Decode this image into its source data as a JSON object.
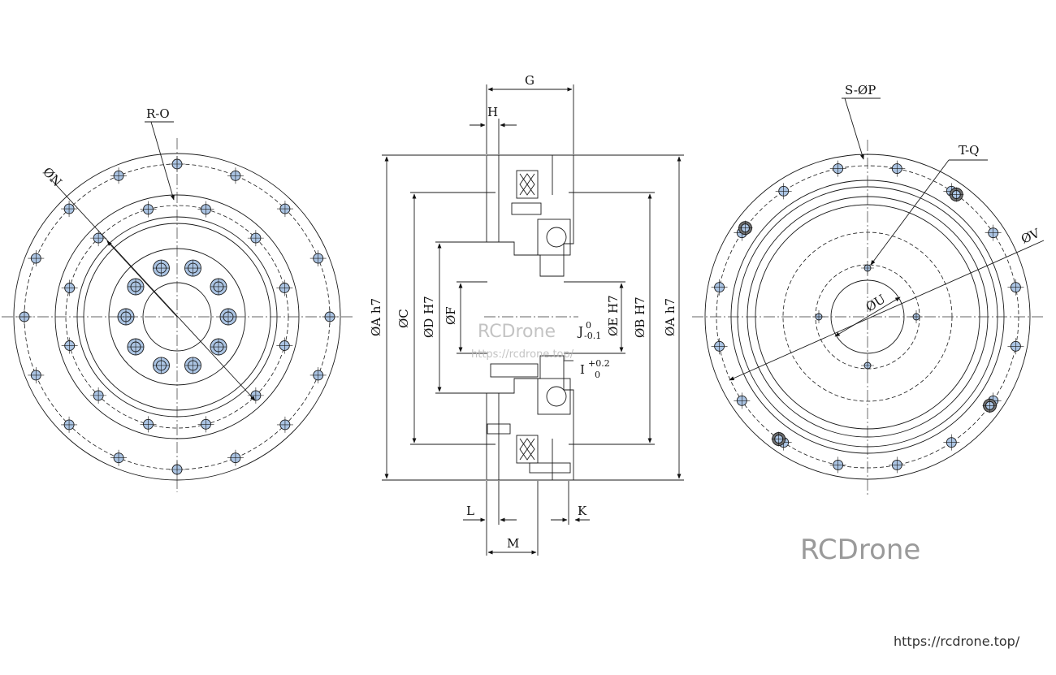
{
  "colors": {
    "fill": "#abc4e3",
    "stroke": "#1a1a1a",
    "watermark": "#9a9a9a"
  },
  "left_view": {
    "label_N": "ØN",
    "label_RO": "R-O"
  },
  "section_view": {
    "label_G": "G",
    "label_H": "H",
    "label_L": "L",
    "label_M": "M",
    "label_K": "K",
    "label_A": "ØA h7",
    "label_C": "ØC",
    "label_D": "ØD H7",
    "label_F": "ØF",
    "label_E": "ØE H7",
    "label_B": "ØB H7",
    "label_A2": "ØA h7",
    "label_J": "J",
    "label_J_sup": "0",
    "label_J_sub": "-0.1",
    "label_I": "I",
    "label_I_sup": "+0.2",
    "label_I_sub": "0"
  },
  "right_view": {
    "label_SP": "S-ØP",
    "label_TQ": "T-Q",
    "label_V": "ØV",
    "label_U": "ØU"
  },
  "watermarks": {
    "center": "RCDrone",
    "center_url": "https://rcdrone.top/",
    "big": "RCDrone",
    "url": "https://rcdrone.top/"
  }
}
